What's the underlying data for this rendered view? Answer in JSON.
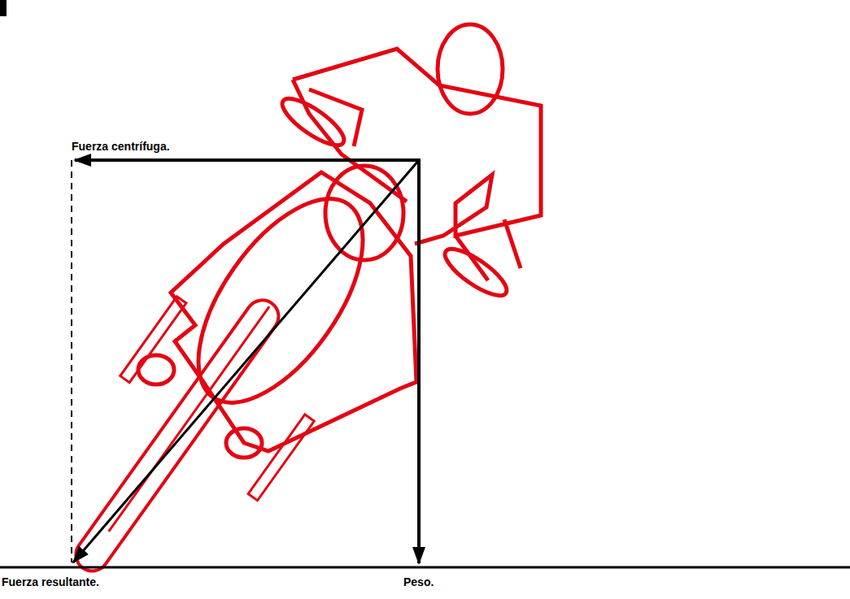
{
  "diagram": {
    "labels": [
      "Fuerza centrífuga.",
      "Fuerza resultante.",
      "Peso."
    ]
  }
}
